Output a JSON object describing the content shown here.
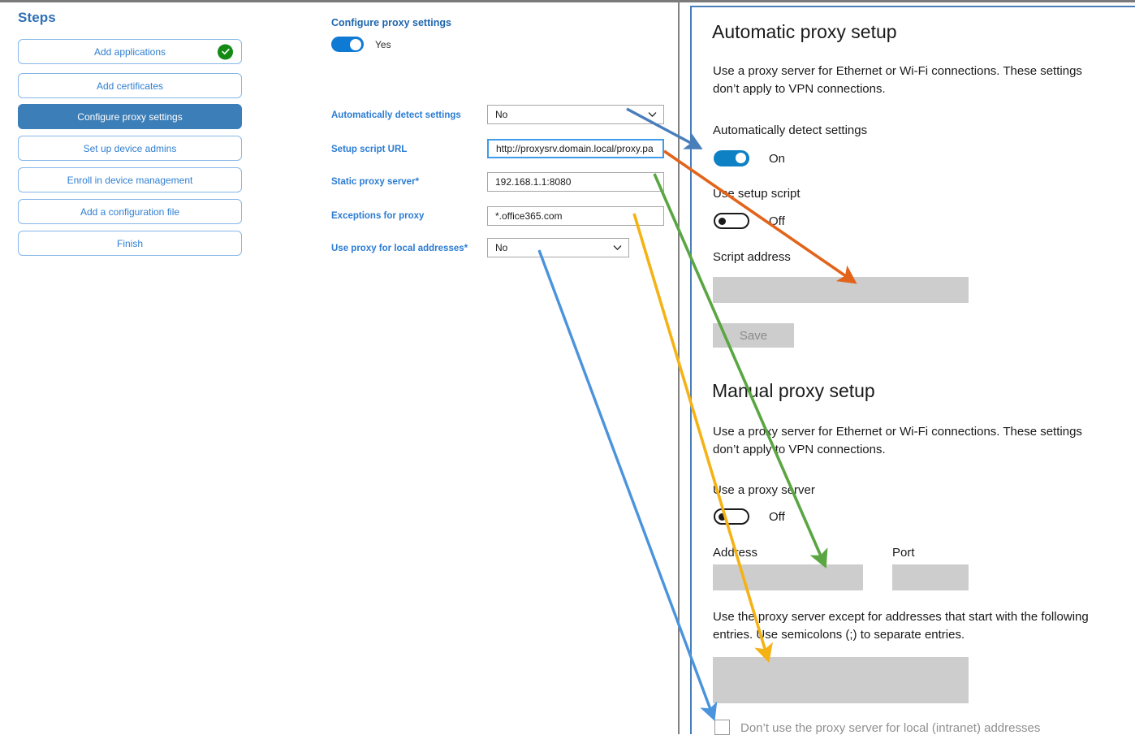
{
  "sidebar": {
    "title": "Steps",
    "items": [
      {
        "label": "Add applications",
        "state": "complete",
        "icon": "check-circle-icon"
      },
      {
        "label": "Add certificates",
        "state": "default",
        "icon": ""
      },
      {
        "label": "Configure proxy settings",
        "state": "active",
        "icon": ""
      },
      {
        "label": "Set up device admins",
        "state": "default",
        "icon": ""
      },
      {
        "label": "Enroll in device management",
        "state": "default",
        "icon": ""
      },
      {
        "label": "Add a configuration file",
        "state": "default",
        "icon": ""
      },
      {
        "label": "Finish",
        "state": "default",
        "icon": ""
      }
    ]
  },
  "form": {
    "heading": "Configure proxy settings",
    "master_toggle": {
      "value": "Yes",
      "on": true
    },
    "fields": [
      {
        "label": "Automatically detect settings",
        "required": false,
        "type": "select",
        "value": "No",
        "icon": "chevron-down-icon"
      },
      {
        "label": "Setup script URL",
        "required": false,
        "type": "text",
        "value": "http://proxysrv.domain.local/proxy.pa",
        "focused": true
      },
      {
        "label": "Static proxy server",
        "required": true,
        "type": "text",
        "value": "192.168.1.1:8080"
      },
      {
        "label": "Exceptions for proxy",
        "required": false,
        "type": "text",
        "value": "*.office365.com"
      },
      {
        "label": "Use proxy for local addresses",
        "required": true,
        "type": "select",
        "value": "No",
        "icon": "chevron-down-icon"
      }
    ],
    "required_marker": "*"
  },
  "settings_panel": {
    "automatic": {
      "heading": "Automatic proxy setup",
      "description": "Use a proxy server for Ethernet or Wi-Fi connections. These settings don’t apply to VPN connections.",
      "auto_detect_label": "Automatically detect settings",
      "auto_detect_state": "On",
      "setup_script_label": "Use setup script",
      "setup_script_state": "Off",
      "script_address_label": "Script address",
      "script_address_value": "",
      "save_label": "Save"
    },
    "manual": {
      "heading": "Manual proxy setup",
      "description": "Use a proxy server for Ethernet or Wi-Fi connections. These settings don’t apply to VPN connections.",
      "use_proxy_label": "Use a proxy server",
      "use_proxy_state": "Off",
      "address_label": "Address",
      "address_value": "",
      "port_label": "Port",
      "port_value": "",
      "exceptions_description": "Use the proxy server except for addresses that start with the following entries. Use semicolons (;) to separate entries.",
      "exceptions_value": "",
      "bypass_local_label": "Don’t use the proxy server for local (intranet) addresses",
      "bypass_local_checked": false
    }
  },
  "annotations": {
    "arrows": [
      {
        "name": "auto-detect-mapping",
        "color": "#4a7ebb",
        "from": "Automatically detect settings dropdown",
        "to": "Automatically detect settings toggle"
      },
      {
        "name": "setup-script-mapping",
        "color": "#e2641b",
        "from": "Setup script URL field",
        "to": "Script address box"
      },
      {
        "name": "static-proxy-mapping",
        "color": "#5aa642",
        "from": "Static proxy server field",
        "to": "Address box"
      },
      {
        "name": "exceptions-mapping",
        "color": "#f5b215",
        "from": "Exceptions for proxy field",
        "to": "Exceptions box"
      },
      {
        "name": "local-addresses-mapping",
        "color": "#4a93dd",
        "from": "Use proxy for local addresses dropdown",
        "to": "Don’t use the proxy server for local (intranet) addresses checkbox"
      }
    ]
  },
  "colors": {
    "accent_blue": "#0078d4",
    "active_step": "#3c7eb8",
    "label_blue": "#2b7cd3",
    "success_green": "#138a13",
    "field_gray": "#cdcdcd"
  }
}
